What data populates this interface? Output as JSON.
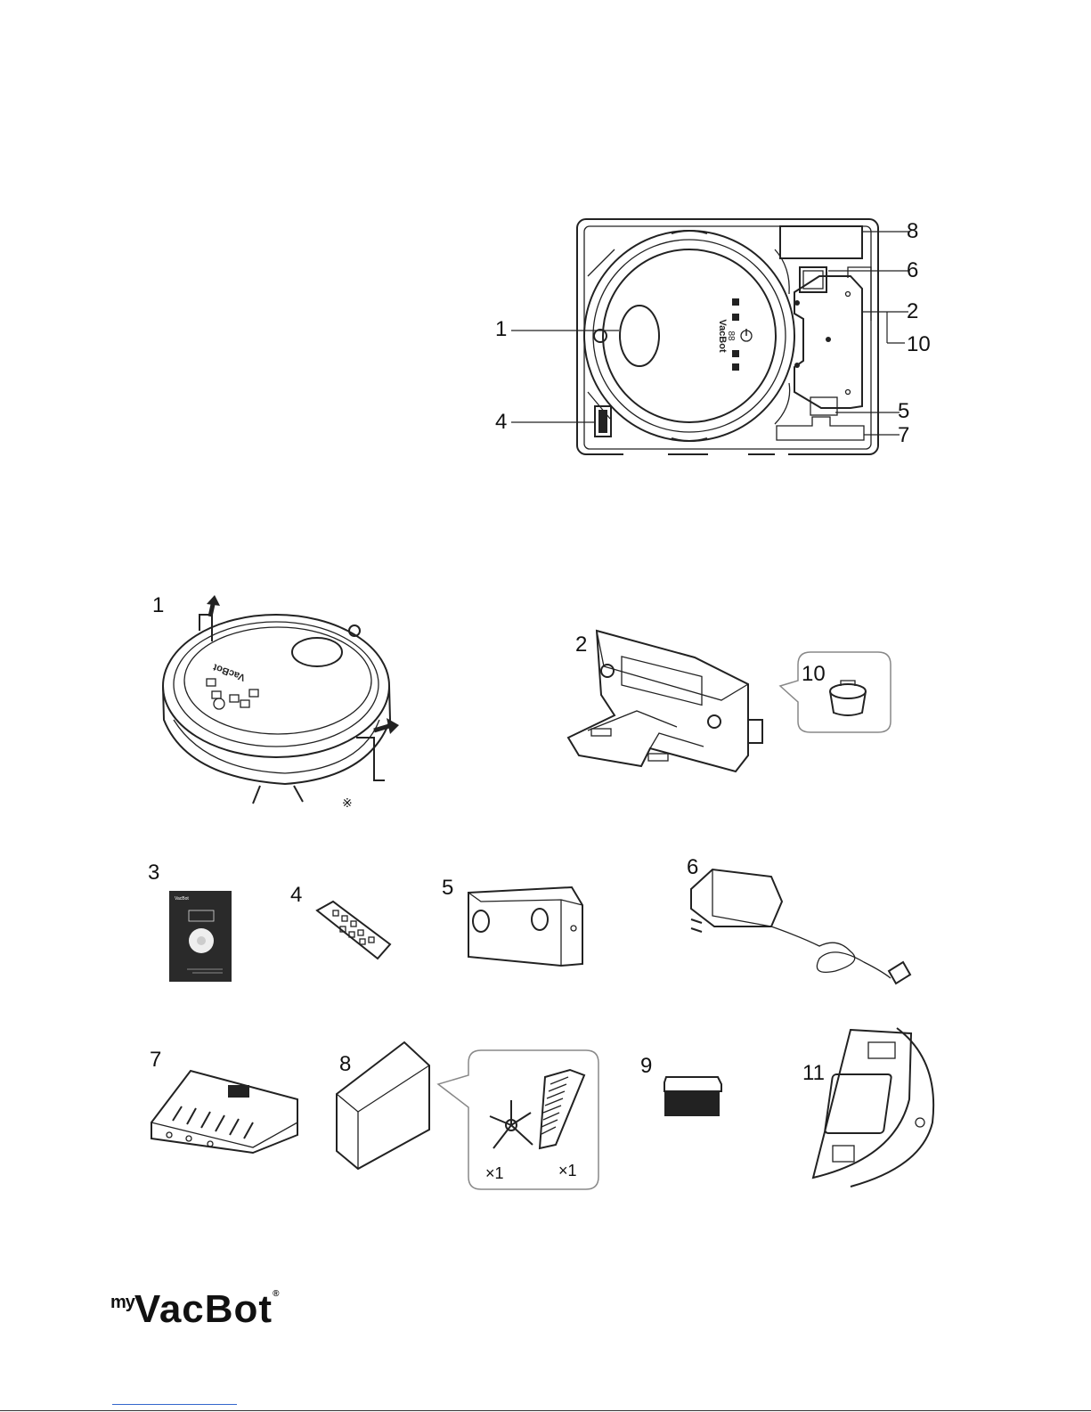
{
  "package_diagram": {
    "callouts": [
      "1",
      "2",
      "4",
      "5",
      "6",
      "7",
      "8",
      "10"
    ],
    "robot_brand": "VacBot",
    "robot_display": "88"
  },
  "items": [
    {
      "number": "1",
      "note": "※"
    },
    {
      "number": "2"
    },
    {
      "number": "10"
    },
    {
      "number": "3",
      "booklet_brand": "VacBot"
    },
    {
      "number": "4"
    },
    {
      "number": "5"
    },
    {
      "number": "6"
    },
    {
      "number": "7"
    },
    {
      "number": "8",
      "side_brush_qty": "×1",
      "filter_qty": "×1"
    },
    {
      "number": "9"
    },
    {
      "number": "11"
    }
  ],
  "robot_top_brand": "VacBot",
  "logo": {
    "prefix": "my",
    "name": "VacBot",
    "mark": "®"
  },
  "icons": [
    "power-icon",
    "arrow-up-icon",
    "arrow-right-icon"
  ]
}
